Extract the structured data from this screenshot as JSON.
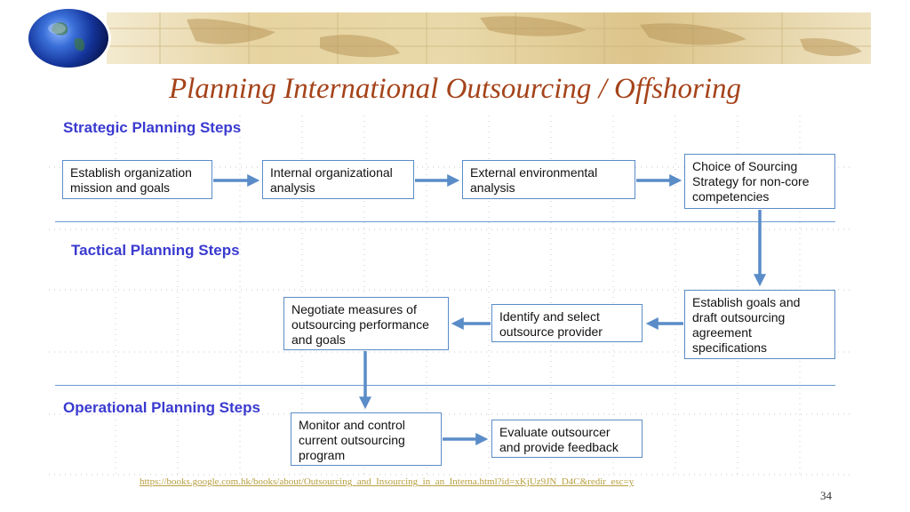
{
  "title": "Planning International Outsourcing / Offshoring",
  "sections": {
    "strategic": "Strategic Planning Steps",
    "tactical": "Tactical Planning Steps",
    "operational": "Operational Planning Steps"
  },
  "boxes": {
    "establish_mission": [
      "Establish organization",
      "mission and goals"
    ],
    "internal_analysis": [
      "Internal organizational",
      "analysis"
    ],
    "external_analysis": [
      "External environmental",
      "analysis"
    ],
    "choice_sourcing": [
      "Choice of Sourcing",
      "Strategy for non-core",
      "competencies"
    ],
    "establish_goals": [
      "Establish goals and",
      "draft outsourcing",
      "agreement",
      "specifications"
    ],
    "identify_provider": [
      "Identify and select",
      "outsource provider"
    ],
    "negotiate_measures": [
      "Negotiate measures of",
      "outsourcing performance",
      "and goals"
    ],
    "monitor_control": [
      "Monitor and control",
      "current outsourcing",
      "program"
    ],
    "evaluate_outsourcer": [
      "Evaluate outsourcer",
      "and provide feedback"
    ]
  },
  "source_link": "https://books.google.com.hk/books/about/Outsourcing_and_Insourcing_in_an_Interna.html?id=xKjUz9JN_D4C&redir_esc=y",
  "page_number": "34",
  "colors": {
    "title": "#a5431a",
    "section_heading": "#3a3ad0",
    "box_border": "#5a8cc8",
    "arrow": "#5a8cc8"
  },
  "icons": {
    "globe": "globe-icon",
    "banner": "world-map-banner"
  }
}
